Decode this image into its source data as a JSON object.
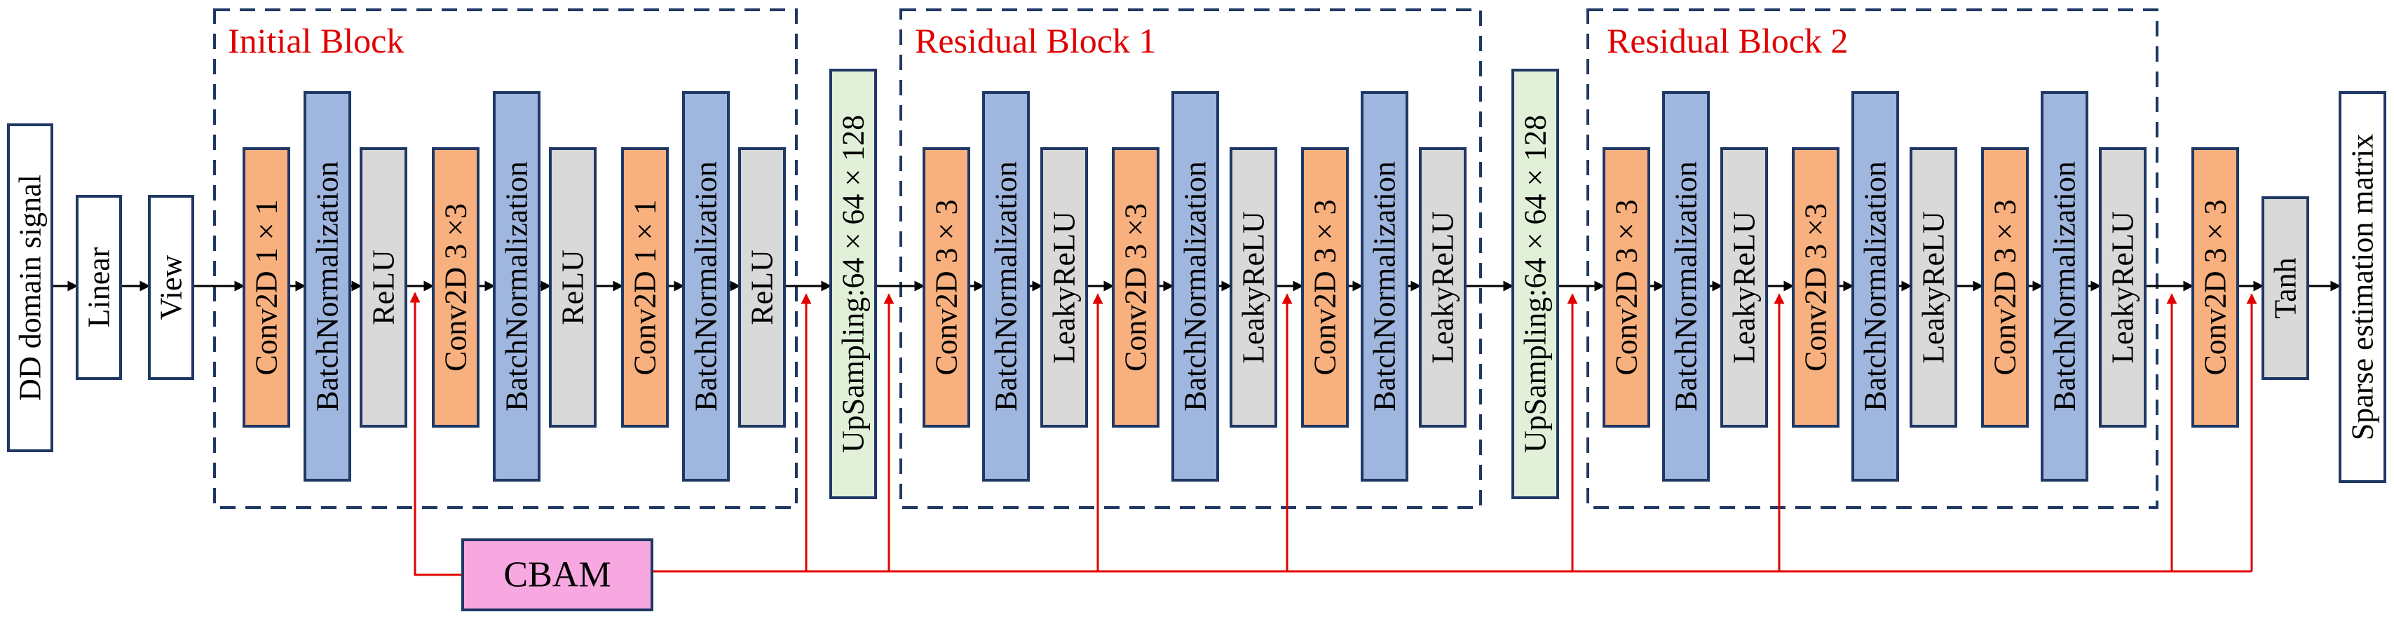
{
  "colors": {
    "conv": "#F8B07F",
    "norm": "#9FB6DF",
    "act": "#D9D9D9",
    "upsample": "#E2F0D9",
    "cbam": "#F8A8E0",
    "io": "#FFFFFF",
    "block_border": "#1F3864",
    "box_border": "#1F3864",
    "arrow": "#000000",
    "cbam_arrow": "#E00000",
    "block_title": "#E00000"
  },
  "blocks": {
    "initial": {
      "title": "Initial Block"
    },
    "res1": {
      "title": "Residual Block 1"
    },
    "res2": {
      "title": "Residual Block 2"
    }
  },
  "nodes": [
    {
      "id": "in",
      "label": "DD domain signal",
      "kind": "io"
    },
    {
      "id": "lin",
      "label": "Linear",
      "kind": "io"
    },
    {
      "id": "view",
      "label": "View",
      "kind": "io"
    },
    {
      "id": "ib_c1",
      "label": "Conv2D 1 × 1",
      "kind": "conv"
    },
    {
      "id": "ib_b1",
      "label": "BatchNormalization",
      "kind": "norm"
    },
    {
      "id": "ib_a1",
      "label": "ReLU",
      "kind": "act"
    },
    {
      "id": "ib_c2",
      "label": "Conv2D 3 ×3",
      "kind": "conv"
    },
    {
      "id": "ib_b2",
      "label": "BatchNormalization",
      "kind": "norm"
    },
    {
      "id": "ib_a2",
      "label": "ReLU",
      "kind": "act"
    },
    {
      "id": "ib_c3",
      "label": "Conv2D 1 × 1",
      "kind": "conv"
    },
    {
      "id": "ib_b3",
      "label": "BatchNormalization",
      "kind": "norm"
    },
    {
      "id": "ib_a3",
      "label": "ReLU",
      "kind": "act"
    },
    {
      "id": "up1",
      "label": "UpSampling:64 × 64 × 128",
      "kind": "upsample"
    },
    {
      "id": "r1_c1",
      "label": "Conv2D 3 × 3",
      "kind": "conv"
    },
    {
      "id": "r1_b1",
      "label": "BatchNormalization",
      "kind": "norm"
    },
    {
      "id": "r1_a1",
      "label": "LeakyReLU",
      "kind": "act"
    },
    {
      "id": "r1_c2",
      "label": "Conv2D 3 ×3",
      "kind": "conv"
    },
    {
      "id": "r1_b2",
      "label": "BatchNormalization",
      "kind": "norm"
    },
    {
      "id": "r1_a2",
      "label": "LeakyReLU",
      "kind": "act"
    },
    {
      "id": "r1_c3",
      "label": "Conv2D 3 × 3",
      "kind": "conv"
    },
    {
      "id": "r1_b3",
      "label": "BatchNormalization",
      "kind": "norm"
    },
    {
      "id": "r1_a3",
      "label": "LeakyReLU",
      "kind": "act"
    },
    {
      "id": "up2",
      "label": "UpSampling:64 × 64 × 128",
      "kind": "upsample"
    },
    {
      "id": "r2_c1",
      "label": "Conv2D 3 × 3",
      "kind": "conv"
    },
    {
      "id": "r2_b1",
      "label": "BatchNormalization",
      "kind": "norm"
    },
    {
      "id": "r2_a1",
      "label": "LeakyReLU",
      "kind": "act"
    },
    {
      "id": "r2_c2",
      "label": "Conv2D 3 ×3",
      "kind": "conv"
    },
    {
      "id": "r2_b2",
      "label": "BatchNormalization",
      "kind": "norm"
    },
    {
      "id": "r2_a2",
      "label": "LeakyReLU",
      "kind": "act"
    },
    {
      "id": "r2_c3",
      "label": "Conv2D 3 × 3",
      "kind": "conv"
    },
    {
      "id": "r2_b3",
      "label": "BatchNormalization",
      "kind": "norm"
    },
    {
      "id": "r2_a3",
      "label": "LeakyReLU",
      "kind": "act"
    },
    {
      "id": "out_c",
      "label": "Conv2D 3 × 3",
      "kind": "conv"
    },
    {
      "id": "tanh",
      "label": "Tanh",
      "kind": "act"
    },
    {
      "id": "out",
      "label": "Sparse estimation matrix",
      "kind": "io"
    }
  ],
  "cbam": {
    "label": "CBAM"
  }
}
